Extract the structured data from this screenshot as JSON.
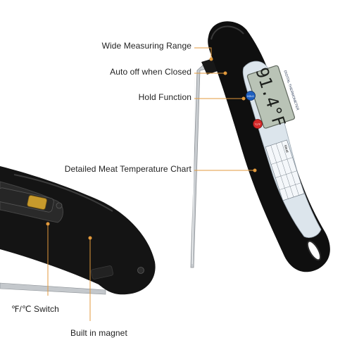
{
  "colors": {
    "callout_line": "#e39a3c",
    "callout_dot": "#e39a3c",
    "body": "#101010",
    "lcd": "#b9c3b6",
    "label_panel": "#d9e2ea"
  },
  "callouts": {
    "wide_range": "Wide Measuring Range",
    "auto_off": "Auto off when Closed",
    "hold": "Hold Function",
    "meat_chart": "Detailed Meat Temperature Chart",
    "unit_switch": "℉/℃ Switch",
    "magnet": "Built in magnet"
  },
  "device": {
    "display_reading": "91.4°F",
    "brand_text": "DIGITAL THERMOMETER",
    "hold_button_label": "HOLD",
    "unit_button_label": "°C/°F",
    "chart_title": "Meat"
  }
}
